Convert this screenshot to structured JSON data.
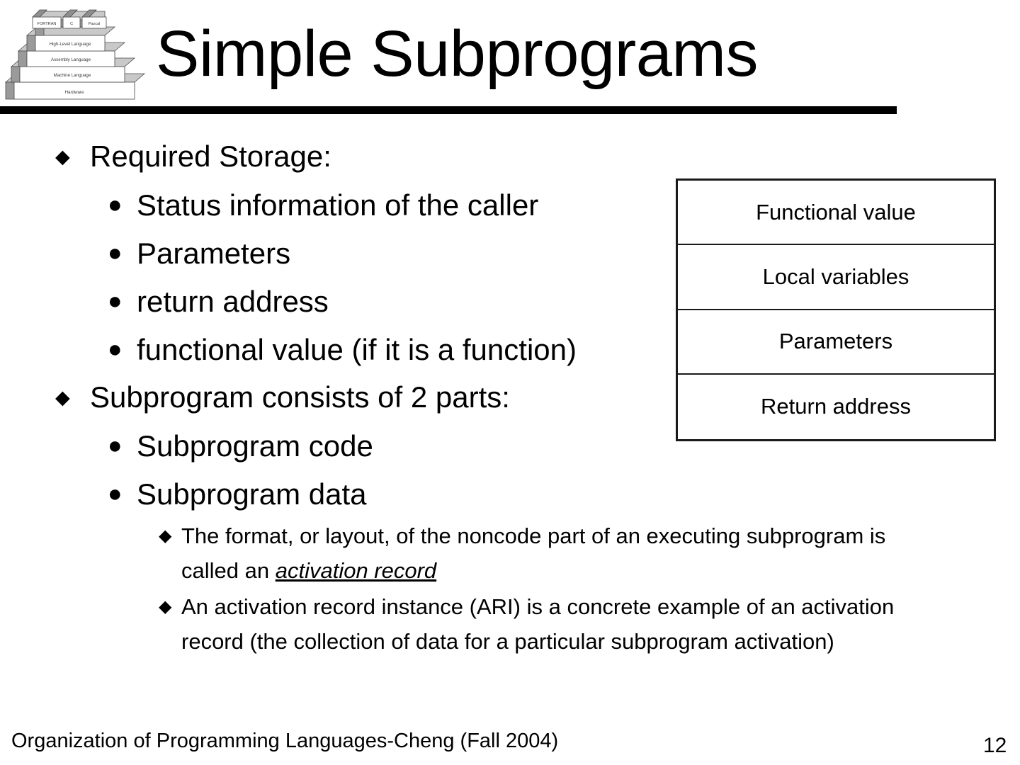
{
  "slide": {
    "title": "Simple Subprograms",
    "footer": "Organization of Programming Languages-Cheng (Fall 2004)",
    "page_number": "12"
  },
  "logo": {
    "alt": "layered-language-pyramid",
    "layers": [
      "FORTRAN",
      "C",
      "Pascal",
      "High-Level Language",
      "Assembly Language",
      "Machine Language",
      "Hardware"
    ]
  },
  "markers": {
    "level1": "◆",
    "level2": "●",
    "level3": "◆"
  },
  "content": {
    "b1": "Required Storage:",
    "b1_1": "Status information of the caller",
    "b1_2": "Parameters",
    "b1_3": "return address",
    "b1_4": "functional value (if it is a function)",
    "b2": "Subprogram consists of 2 parts:",
    "b2_1": "Subprogram code",
    "b2_2": "Subprogram data",
    "b2_2_1_pre": "The format, or layout, of the noncode part of an executing subprogram is called an ",
    "b2_2_1_em": "activation record",
    "b2_2_2": "An activation record instance (ARI) is a concrete example of an activation record (the collection of data for a particular subprogram activation)"
  },
  "activation_record_diagram": {
    "rows": [
      "Functional value",
      "Local variables",
      "Parameters",
      "Return address"
    ]
  },
  "colors": {
    "text": "#000000",
    "divider": "#000000",
    "diagram_border": "#1a1a1a",
    "background": "#ffffff"
  }
}
